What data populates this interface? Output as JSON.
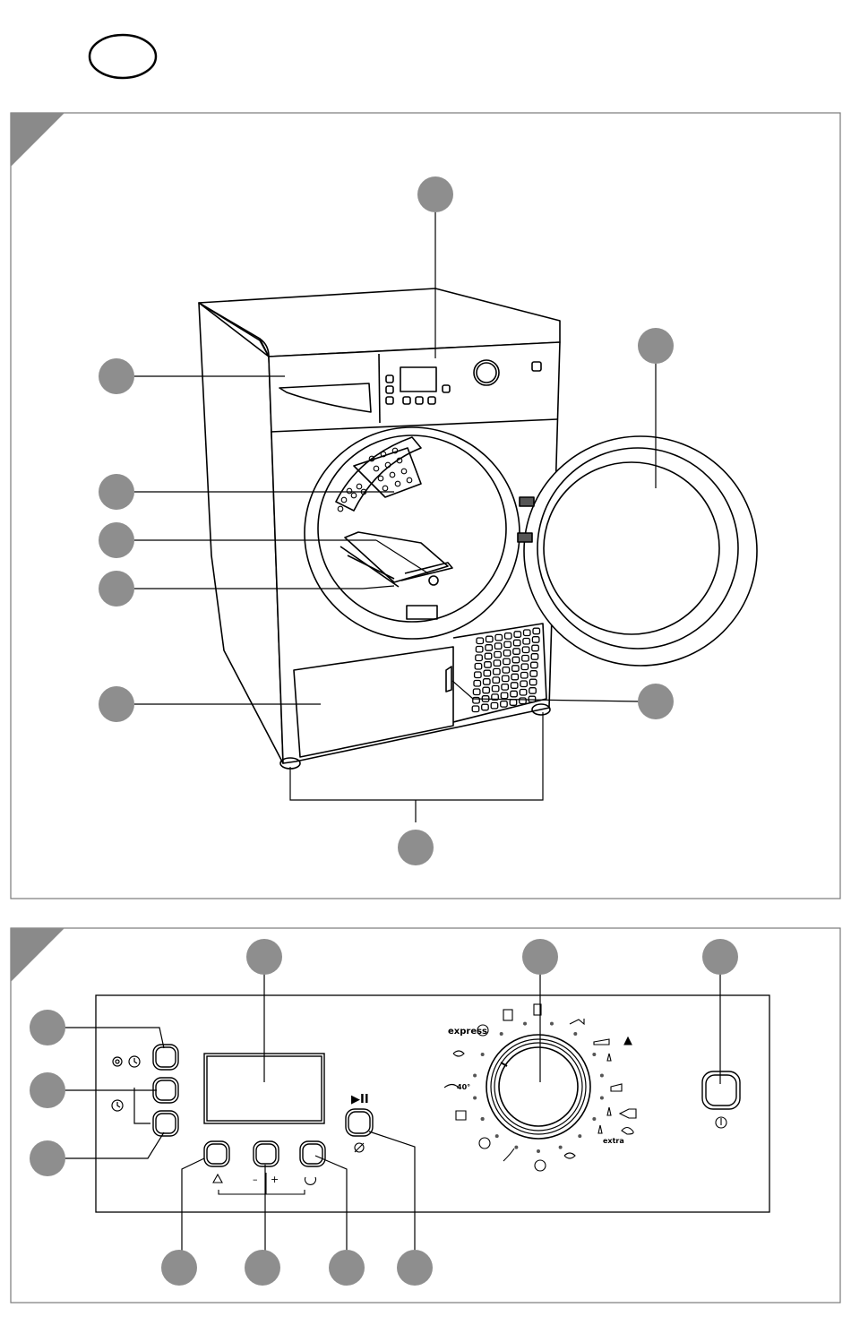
{
  "colors": {
    "callout": "#8e8e8e",
    "line": "#000000",
    "frame": "#7a7a7a",
    "corner": "#8a8a8a"
  },
  "figure_a": {
    "callouts": [
      "top-callout",
      "right-callout",
      "left-callout-1",
      "left-callout-2",
      "left-callout-3",
      "left-callout-4",
      "left-callout-5",
      "right-lower-callout",
      "bottom-callout"
    ]
  },
  "figure_b": {
    "program_labels": {
      "express": "express",
      "wool_temp": "40°",
      "extra": "extra"
    },
    "control_marks": {
      "minus": "–",
      "plus": "+",
      "play_pause": "▶II"
    }
  }
}
